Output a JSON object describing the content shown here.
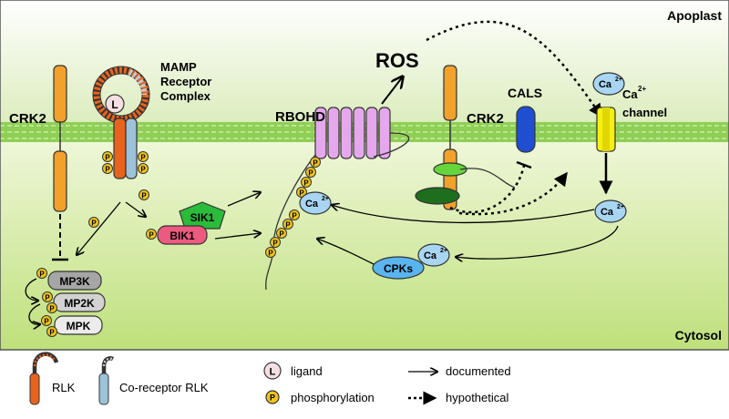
{
  "compartments": {
    "apoplast": "Apoplast",
    "cytosol": "Cytosol"
  },
  "labels": {
    "crk2_left": "CRK2",
    "mamp_line1": "MAMP",
    "mamp_line2": "Receptor",
    "mamp_line3": "Complex",
    "ligand_letter": "L",
    "ros": "ROS",
    "rbohd": "RBOHD",
    "crk2_right": "CRK2",
    "cals": "CALS",
    "ca_channel_line1": "Ca",
    "ca_channel_sup": "2+",
    "ca_channel_line2": "channel",
    "sik1": "SIK1",
    "bik1": "BIK1",
    "mp3k": "MP3K",
    "mp2k": "MP2K",
    "mpk": "MPK",
    "cpks": "CPKs",
    "ca": "Ca",
    "ca_sup": "2+",
    "p": "P"
  },
  "legend": {
    "rlk": "RLK",
    "coreceptor": "Co-receptor RLK",
    "ligand": "ligand",
    "phosphorylation": "phosphorylation",
    "documented": "documented",
    "hypothetical": "hypothetical",
    "ligand_letter": "L",
    "p_letter": "P"
  },
  "colors": {
    "apoplast_top": "#ffffff",
    "apoplast_bottom": "#dcedbe",
    "membrane": "#8fcf55",
    "cytosol_top": "#e6f3c9",
    "cytosol_bottom": "#bfe07b",
    "rlk_orange": "#f2a12b",
    "rlk_dark_orange": "#e8641c",
    "coreceptor_blue": "#9cc3da",
    "coreceptor_grey": "#c8c8c8",
    "rbohd": "#e6a8ec",
    "ca_blue": "#a8d6f2",
    "cals_blue": "#1f4fd0",
    "channel_yellow": "#f5f010",
    "sik1_green": "#2bbb3b",
    "bik1_pink": "#ec5a80",
    "p_yellow": "#f0c419",
    "cpks_blue": "#5ab4ee",
    "dark_green": "#1d6f1d",
    "light_green": "#66d53c",
    "ligand_pink": "#f6dfe3"
  }
}
